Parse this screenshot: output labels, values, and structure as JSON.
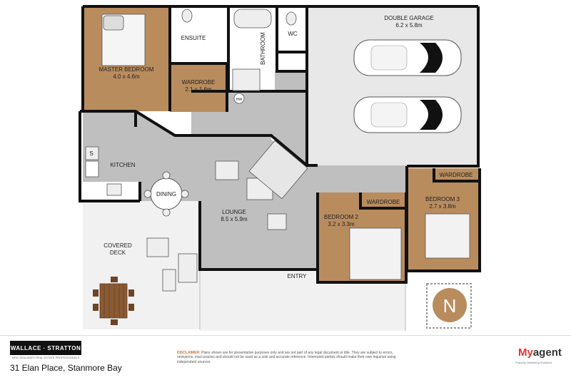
{
  "rooms": {
    "master_bedroom": {
      "name": "MASTER BEDROOM",
      "size": "4.0 x 4.6m"
    },
    "ensuite": {
      "name": "ENSUITE"
    },
    "bathroom": {
      "name": "BATHROOM"
    },
    "wc": {
      "name": "WC"
    },
    "wardrobe_master": {
      "name": "WARDROBE",
      "size": "2.1 x 1.6m"
    },
    "hw": {
      "name": "HW"
    },
    "double_garage": {
      "name": "DOUBLE GARAGE",
      "size": "6.2 x 5.8m"
    },
    "kitchen": {
      "name": "KITCHEN"
    },
    "s": {
      "name": "S"
    },
    "dining": {
      "name": "DINING"
    },
    "lounge": {
      "name": "LOUNGE",
      "size": "8.5 x 5.9m"
    },
    "covered_deck": {
      "name_1": "COVERED",
      "name_2": "DECK"
    },
    "entry": {
      "name": "ENTRY"
    },
    "bedroom2": {
      "name": "BEDROOM 2",
      "size": "3.2 x 3.3m"
    },
    "wardrobe_b2": {
      "name": "WARDROBE"
    },
    "bedroom3": {
      "name": "BEDROOM 3",
      "size": "2.7 x 3.8m"
    },
    "wardrobe_b3": {
      "name": "WARDROBE"
    }
  },
  "compass": {
    "letter": "N"
  },
  "footer": {
    "brand": "WALLACE · STRATTON",
    "brand_tagline": "NEW ZEALAND'S REAL ESTATE PROFESSIONALS",
    "address": "31 Elan Place, Stanmore Bay",
    "disclaimer_heading": "DISCLAIMER:",
    "disclaimer_body": "Plans shown are for presentation purposes only and are not part of any legal document or title. They are subject to errors, omissions, inaccuracies and should not be used as a sole and accurate reference. Interested parties should make their own inquiries using independent sources.",
    "agent_prefix": "My",
    "agent_suffix": "agent",
    "agent_tagline": "Property Marketing Solutions"
  },
  "colors": {
    "bedroom": "#b98c5e",
    "living": "#bdbdbd",
    "garage": "#e9e9e9",
    "outdoor": "#f2f2f2",
    "wall": "#111111"
  }
}
